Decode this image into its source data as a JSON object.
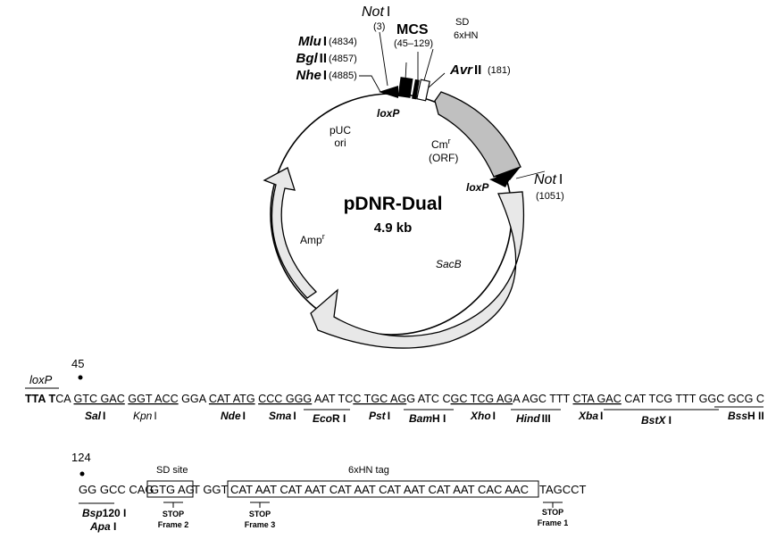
{
  "plasmid": {
    "name": "pDNR-Dual",
    "size": "4.9 kb",
    "features": {
      "puc_ori": [
        "pUC",
        "ori"
      ],
      "cmr": {
        "main": "Cm",
        "sup": "r",
        "orf": "(ORF)"
      },
      "ampr": {
        "main": "Amp",
        "sup": "r"
      },
      "sacb": "SacB",
      "loxp_top": "loxP",
      "loxp_right": "loxP"
    },
    "sites": {
      "mlu": {
        "name": "Mlu",
        "suffix": "I",
        "pos": "(4834)"
      },
      "bgl": {
        "name": "Bgl",
        "suffix": "II",
        "pos": "(4857)"
      },
      "nhe": {
        "name": "Nhe",
        "suffix": "I",
        "pos": "(4885)"
      },
      "not_top": {
        "name": "Not",
        "suffix": "I",
        "pos": "(3)"
      },
      "mcs": {
        "name": "MCS",
        "pos": "(45–129)"
      },
      "sd": [
        "SD",
        "6xHN"
      ],
      "avr": {
        "name": "Avr",
        "suffix": "II",
        "pos": "(181)"
      },
      "not_right": {
        "name": "Not",
        "suffix": "I",
        "pos": "(1051)"
      }
    }
  },
  "sequence1": {
    "start_number": "45",
    "loxp_label": "loxP",
    "tokens": [
      {
        "text": "TTA T",
        "bold": true
      },
      {
        "text": "CA "
      },
      {
        "text": "GTC GAC",
        "ul": true
      },
      {
        "text": " "
      },
      {
        "text": "GGT ACC",
        "ul": true
      },
      {
        "text": " GGA "
      },
      {
        "text": "CAT ATG",
        "ul": true
      },
      {
        "text": " "
      },
      {
        "text": "CCC GGG",
        "ul": true
      },
      {
        "text": " AAT TC"
      },
      {
        "text": "C TGC AG",
        "ul": true
      },
      {
        "text": "G ATC C"
      },
      {
        "text": "GC TCG AG",
        "ul": true
      },
      {
        "text": "A AGC TTT"
      },
      {
        "text": " "
      },
      {
        "text": "CTA GAC",
        "ul": true
      },
      {
        "text": " CAT TCG TTT GGC GCG C"
      }
    ],
    "enzymes": [
      {
        "name": "Sal",
        "suffix": "I"
      },
      {
        "name": "Kpn",
        "suffix": "I"
      },
      {
        "name": "Nde",
        "suffix": "I"
      },
      {
        "name": "Sma",
        "suffix": "I"
      },
      {
        "name": "Eco",
        "suffix": "R I"
      },
      {
        "name": "Pst",
        "suffix": "I"
      },
      {
        "name": "Bam",
        "suffix": "H I"
      },
      {
        "name": "Xho",
        "suffix": "I"
      },
      {
        "name": "Hind",
        "suffix": "III"
      },
      {
        "name": "Xba",
        "suffix": "I"
      },
      {
        "name": "BstX",
        "suffix": " I"
      },
      {
        "name": "Bss",
        "suffix": "H II"
      }
    ]
  },
  "sequence2": {
    "start_number": "124",
    "sd_site_label": "SD site",
    "tag_label": "6xHN tag",
    "seg_a": "GG GCC CAG",
    "seg_sd": "GTG AG",
    "seg_b": "T GGT",
    "seg_tag": "CAT AAT CAT AAT CAT AAT CAT AAT CAT AAT CAC AAC",
    "seg_c": "TAGCCT",
    "enzymes": [
      {
        "name": "Bsp",
        "suffix": "120 I"
      },
      {
        "name": "Apa",
        "suffix": " I"
      }
    ],
    "stops": [
      {
        "label": "STOP",
        "frame": "Frame 2"
      },
      {
        "label": "STOP",
        "frame": "Frame 3"
      },
      {
        "label": "STOP",
        "frame": "Frame 1"
      }
    ]
  }
}
